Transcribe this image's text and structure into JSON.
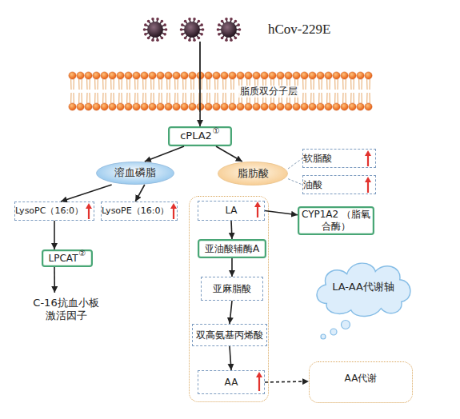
{
  "diagram": {
    "nodes": [
      {
        "text": [
          "脂质双分子层"
        ]
      },
      {
        "text": [
          "cPLA2",
          "①"
        ]
      },
      {
        "text": [
          "溶血磷脂"
        ]
      },
      {
        "text": [
          "脂肪酸"
        ]
      },
      {
        "text": [
          "软脂酸"
        ]
      },
      {
        "text": [
          "油酸"
        ]
      },
      {
        "text": [
          "LysoPC（16:0）"
        ]
      },
      {
        "text": [
          "LysoPE（16:0）"
        ]
      },
      {
        "text": [
          "LPCAT",
          "②"
        ]
      },
      {
        "text": [
          "C-16抗血小板 激活因子"
        ]
      },
      {
        "text": []
      },
      {
        "text": [
          "LA"
        ],
        "in": 10
      },
      {
        "text": [
          "CYP1A2 （脂氧合酶）"
        ]
      },
      {
        "text": [
          "亚油酸辅酶A"
        ],
        "in": 10
      },
      {
        "text": [
          "亚麻脂酸"
        ],
        "in": 10
      },
      {
        "text": [
          "双高氨基丙烯酸"
        ],
        "in": 10
      },
      {
        "text": [
          "AA"
        ],
        "in": 10
      },
      {
        "text": [
          "LA-AA代谢轴"
        ]
      },
      {
        "text": [
          "AA代谢"
        ]
      }
    ],
    "edges": [
      {
        "from": 0,
        "to": 1,
        "arrow": "to"
      },
      {
        "from": 1,
        "to": 2,
        "arrow": "to"
      },
      {
        "from": 1,
        "to": 3,
        "arrow": "to"
      },
      {
        "from": 2,
        "to": 6,
        "arrow": "to"
      },
      {
        "from": 2,
        "to": 7,
        "arrow": "to"
      },
      {
        "from": 3,
        "to": 4,
        "arrow": "none"
      },
      {
        "from": 3,
        "to": 5,
        "arrow": "none"
      },
      {
        "from": 6,
        "to": 8,
        "arrow": "to"
      },
      {
        "from": 8,
        "to": 9,
        "arrow": "to"
      },
      {
        "from": 11,
        "to": 12,
        "arrow": "to"
      },
      {
        "from": 11,
        "to": 13,
        "arrow": "to"
      },
      {
        "from": 13,
        "to": 14,
        "arrow": "to"
      },
      {
        "from": 14,
        "to": 15,
        "arrow": "to"
      },
      {
        "from": 15,
        "to": 16,
        "arrow": "to"
      },
      {
        "from": 16,
        "to": 18,
        "arrow": "to"
      }
    ],
    "labels": [
      "hCov-229E"
    ]
  }
}
